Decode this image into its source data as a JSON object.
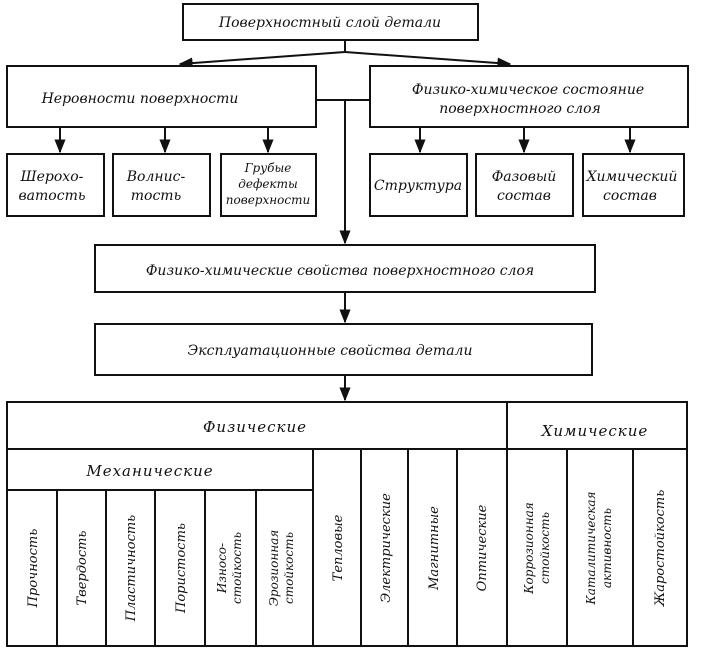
{
  "top": "Поверхностный  слой  детали",
  "irregularities": {
    "title": "Неровности  поверхности",
    "children": [
      [
        "Шерохо-",
        "ватость"
      ],
      [
        "Волнис-",
        "тость"
      ],
      [
        "Грубые",
        "дефекты",
        "поверхности"
      ]
    ]
  },
  "physchem_state": {
    "title": [
      "Физико-химическое состояние",
      "поверхностного слоя"
    ],
    "children": [
      [
        "Структура"
      ],
      [
        "Фазовый",
        "состав"
      ],
      [
        "Химический",
        "состав"
      ]
    ]
  },
  "physchem_props": "Физико-химические  свойства  поверхностного  слоя",
  "operational": "Эксплуатационные  свойства  детали",
  "physical": "Физические",
  "chemical": "Химические",
  "mechanical": "Механические",
  "mechanical_items": [
    [
      "Прочность"
    ],
    [
      "Твердость"
    ],
    [
      "Пластичность"
    ],
    [
      "Пористость"
    ],
    [
      "Износо-",
      "стойкость"
    ],
    [
      "Эрозионная",
      "стойкость"
    ]
  ],
  "physical_items": [
    [
      "Тепловые"
    ],
    [
      "Электрические"
    ],
    [
      "Магнитные"
    ],
    [
      "Оптические"
    ]
  ],
  "chemical_items": [
    [
      "Коррозионная",
      "стойкость"
    ],
    [
      "Каталитическая",
      "активность"
    ],
    [
      "Жаростойкость"
    ]
  ]
}
